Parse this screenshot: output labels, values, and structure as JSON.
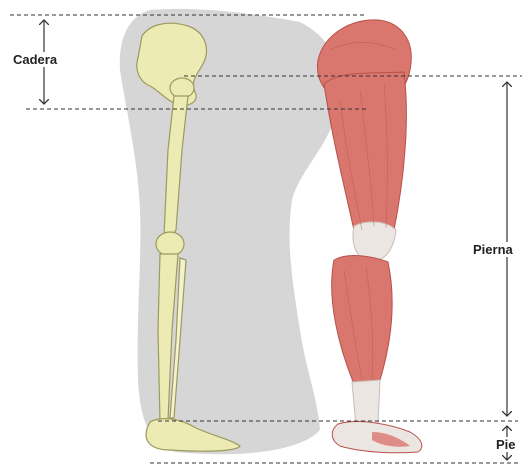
{
  "labels": {
    "hip": "Cadera",
    "leg": "Pierna",
    "foot": "Pie"
  },
  "colors": {
    "shadow": "#cfcfcf",
    "bone": "#ecebb4",
    "bone_outline": "#9c9a5e",
    "muscle": "#d9776f",
    "muscle_dark": "#b8504a",
    "tendon": "#ece6e2",
    "guide_line": "#333333"
  },
  "icons": [
    "double-arrow-icon"
  ]
}
